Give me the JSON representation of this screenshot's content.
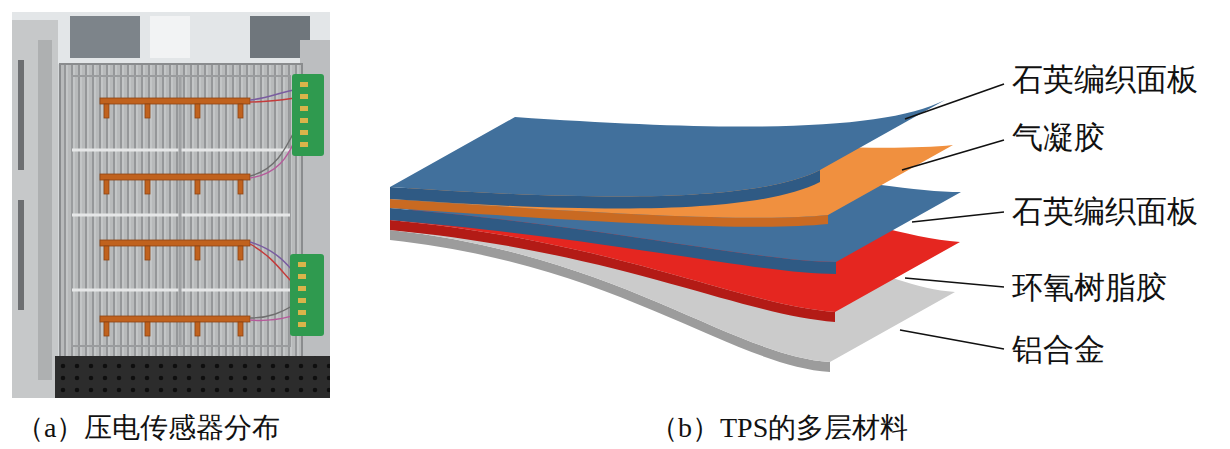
{
  "diagram": {
    "labels": [
      "石英编织面板",
      "气凝胶",
      "石英编织面板",
      "环氧树脂胶",
      "铝合金",
      "（a）压电传感器分布",
      "（b）TPS的多层材料"
    ]
  }
}
